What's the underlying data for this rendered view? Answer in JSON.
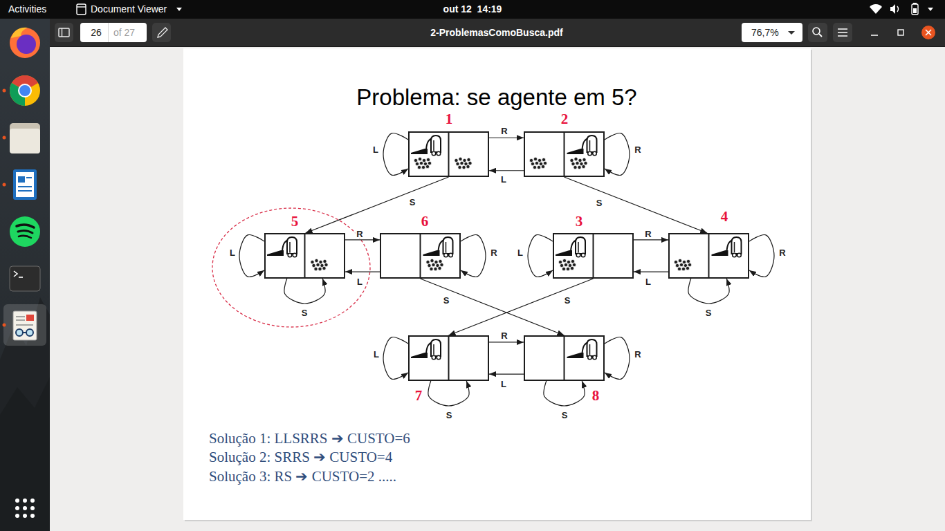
{
  "diagram": {
    "title": "Problema: se agente em 5?",
    "nodes": [
      {
        "text": [
          "1"
        ]
      },
      {
        "text": [
          "2"
        ]
      },
      {
        "text": [
          "5"
        ]
      },
      {
        "text": [
          "6"
        ]
      },
      {
        "text": [
          "3"
        ]
      },
      {
        "text": [
          "4"
        ]
      },
      {
        "text": [
          "7"
        ]
      },
      {
        "text": [
          "8"
        ]
      }
    ],
    "edges": [
      {
        "from": 0,
        "to": 1,
        "label": "R",
        "arrow": "to"
      },
      {
        "from": 1,
        "to": 0,
        "label": "L",
        "arrow": "to"
      },
      {
        "from": 0,
        "to": 0,
        "label": "L",
        "arrow": "to"
      },
      {
        "from": 1,
        "to": 1,
        "label": "R",
        "arrow": "to"
      },
      {
        "from": 0,
        "to": 2,
        "label": "S",
        "arrow": "to"
      },
      {
        "from": 1,
        "to": 5,
        "label": "S",
        "arrow": "to"
      },
      {
        "from": 2,
        "to": 2,
        "label": "L",
        "arrow": "to"
      },
      {
        "from": 2,
        "to": 2,
        "label": "S",
        "arrow": "to"
      },
      {
        "from": 2,
        "to": 3,
        "label": "R",
        "arrow": "to"
      },
      {
        "from": 3,
        "to": 2,
        "label": "L",
        "arrow": "to"
      },
      {
        "from": 3,
        "to": 3,
        "label": "R",
        "arrow": "to"
      },
      {
        "from": 3,
        "to": 7,
        "label": "S",
        "arrow": "to"
      },
      {
        "from": 4,
        "to": 4,
        "label": "L",
        "arrow": "to"
      },
      {
        "from": 4,
        "to": 5,
        "label": "R",
        "arrow": "to"
      },
      {
        "from": 5,
        "to": 4,
        "label": "L",
        "arrow": "to"
      },
      {
        "from": 5,
        "to": 5,
        "label": "R",
        "arrow": "to"
      },
      {
        "from": 5,
        "to": 5,
        "label": "S",
        "arrow": "to"
      },
      {
        "from": 4,
        "to": 6,
        "label": "S",
        "arrow": "to"
      },
      {
        "from": 6,
        "to": 6,
        "label": "L",
        "arrow": "to"
      },
      {
        "from": 6,
        "to": 6,
        "label": "S",
        "arrow": "to"
      },
      {
        "from": 6,
        "to": 7,
        "label": "R",
        "arrow": "to"
      },
      {
        "from": 7,
        "to": 6,
        "label": "L",
        "arrow": "to"
      },
      {
        "from": 7,
        "to": 7,
        "label": "R",
        "arrow": "to"
      },
      {
        "from": 7,
        "to": 7,
        "label": "S",
        "arrow": "to"
      }
    ],
    "labels": [
      "Activities",
      "Document Viewer",
      "out 12  14:19",
      "26",
      "of 27",
      "2-ProblemasComoBusca.pdf",
      "76,7%",
      "Solução 1: LLSRRS ➔ CUSTO=6",
      "Solução 2: SRRS ➔ CUSTO=4",
      "Solução 3: RS ➔ CUSTO=2 ....."
    ]
  }
}
